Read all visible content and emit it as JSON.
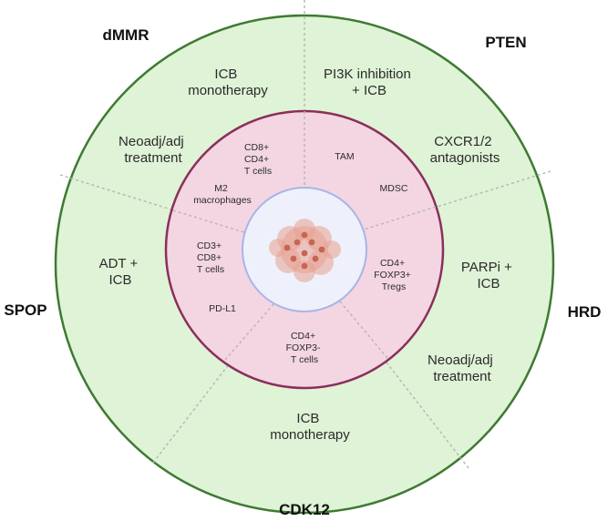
{
  "colors": {
    "outer_fill": "#dff3d6",
    "outer_stroke": "#3f7a33",
    "middle_fill": "#f3d6e2",
    "middle_stroke": "#8a2f5a",
    "core_fill": "#eef1fb",
    "core_stroke": "#a9b4e6",
    "tumor_fill": "#e8a090",
    "tumor_dot": "#c86454",
    "divider": "#b5b5b5"
  },
  "corners": {
    "dmmr": "dMMR",
    "pten": "PTEN",
    "hrd": "HRD",
    "cdk12": "CDK12",
    "spop": "SPOP"
  },
  "therapies": {
    "icb_mono_top": [
      "ICB",
      "monotherapy"
    ],
    "pi3k": [
      "PI3K inhibition",
      "+ ICB"
    ],
    "neoadj_left": [
      "Neoadj/adj",
      "treatment"
    ],
    "cxcr": [
      "CXCR1/2",
      "antagonists"
    ],
    "parpi": [
      "PARPi +",
      "ICB"
    ],
    "adt": [
      "ADT +",
      "ICB"
    ],
    "neoadj_right": [
      "Neoadj/adj",
      "treatment"
    ],
    "icb_mono_bottom": [
      "ICB",
      "monotherapy"
    ]
  },
  "immune": {
    "cd8_cd4": [
      "CD8+",
      "CD4+",
      "T cells"
    ],
    "tam": [
      "TAM"
    ],
    "m2": [
      "M2",
      "macrophages"
    ],
    "mdsc": [
      "MDSC"
    ],
    "cd3_cd8": [
      "CD3+",
      "CD8+",
      "T cells"
    ],
    "tregs": [
      "CD4+",
      "FOXP3+",
      "Tregs"
    ],
    "pdl1": [
      "PD-L1"
    ],
    "cd4_foxp3neg": [
      "CD4+",
      "FOXP3-",
      "T cells"
    ]
  }
}
